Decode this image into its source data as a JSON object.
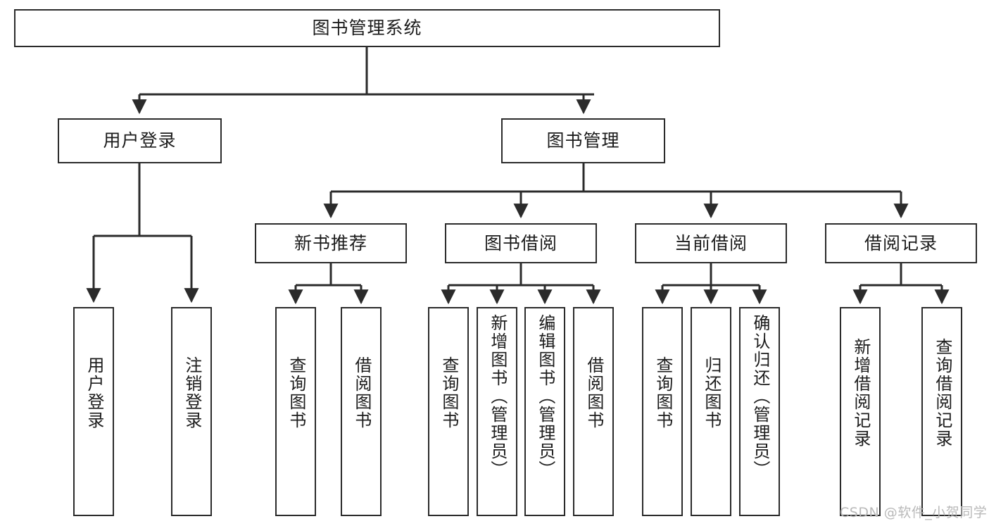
{
  "diagram": {
    "title": "图书管理系统",
    "type": "tree-hierarchy-diagram",
    "root": {
      "label": "图书管理系统"
    },
    "level2": [
      {
        "label": "用户登录"
      },
      {
        "label": "图书管理"
      }
    ],
    "level3": [
      {
        "label": "新书推荐"
      },
      {
        "label": "图书借阅"
      },
      {
        "label": "当前借阅"
      },
      {
        "label": "借阅记录"
      }
    ],
    "leaves": {
      "user_login": [
        {
          "label": "用户登录"
        },
        {
          "label": "注销登录"
        }
      ],
      "new_book_recommend": [
        {
          "label": "查询图书"
        },
        {
          "label": "借阅图书"
        }
      ],
      "book_borrow": [
        {
          "label": "查询图书"
        },
        {
          "label": "新增图书（管理员）"
        },
        {
          "label": "编辑图书（管理员）"
        },
        {
          "label": "借阅图书"
        }
      ],
      "current_borrow": [
        {
          "label": "查询图书"
        },
        {
          "label": "归还图书"
        },
        {
          "label": "确认归还（管理员）"
        }
      ],
      "borrow_record": [
        {
          "label": "新增借阅记录"
        },
        {
          "label": "查询借阅记录"
        }
      ]
    }
  },
  "watermark": {
    "text": "CSDN @软件_小贺同学"
  },
  "colors": {
    "stroke": "#2b2b2b",
    "background": "#ffffff",
    "text": "#1c1c1c",
    "watermark": "#b9b9b9"
  }
}
